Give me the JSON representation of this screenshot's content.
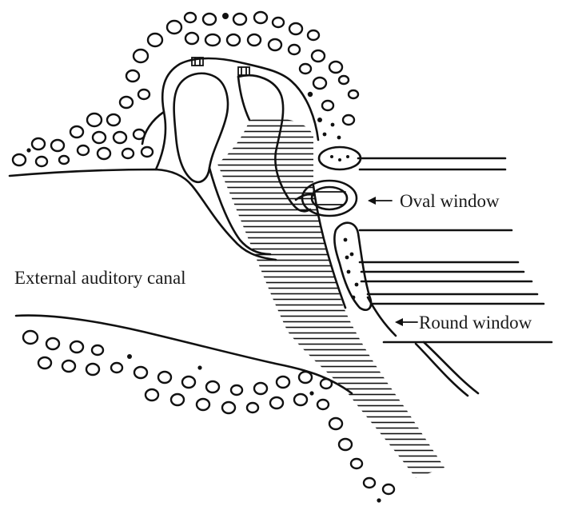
{
  "diagram": {
    "labels": {
      "oval_window": "Oval window",
      "external_auditory_canal": "External auditory canal",
      "round_window": "Round window"
    },
    "ink_color": "#111111",
    "background_color": "#ffffff"
  }
}
